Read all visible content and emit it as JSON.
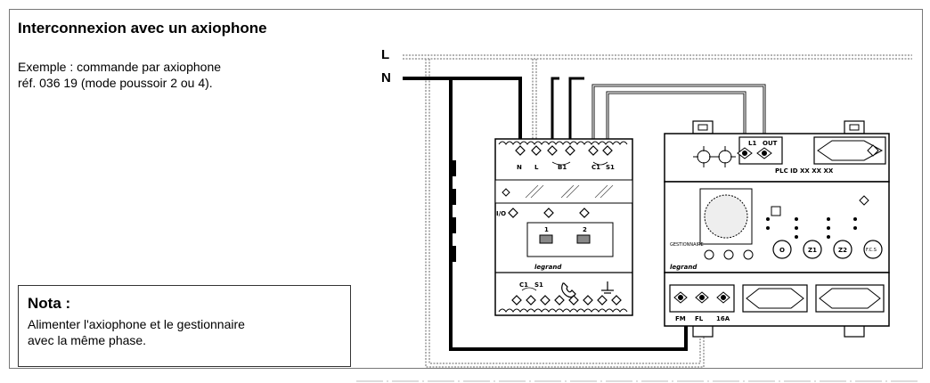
{
  "header": {
    "title": "Interconnexion avec un axiophone"
  },
  "description": {
    "line1": "Exemple : commande par axiophone",
    "line2": "réf. 036 19 (mode poussoir 2 ou 4)."
  },
  "nota": {
    "title": "Nota :",
    "line1": "Alimenter l'axiophone et le gestionnaire",
    "line2": "avec la même phase."
  },
  "diagram": {
    "line_L": "L",
    "line_N": "N",
    "axiophone": {
      "top_terminals": [
        "N",
        "L",
        "B1",
        "C1",
        "S1"
      ],
      "bottom_terminals": [
        "C1",
        "S1"
      ],
      "channels": [
        "1",
        "2"
      ],
      "side_mark": "I/O",
      "brand": "legrand"
    },
    "gestionnaire": {
      "top_terminals": [
        "L1",
        "OUT"
      ],
      "model_text": "PLC  ID XX XX XX",
      "buttons": [
        "O",
        "Z1",
        "Z2",
        "F.C.S"
      ],
      "bottom_terminals": [
        "FM",
        "FL",
        "16A"
      ],
      "side_text": "GESTIONNAIRE",
      "brand": "legrand"
    }
  }
}
